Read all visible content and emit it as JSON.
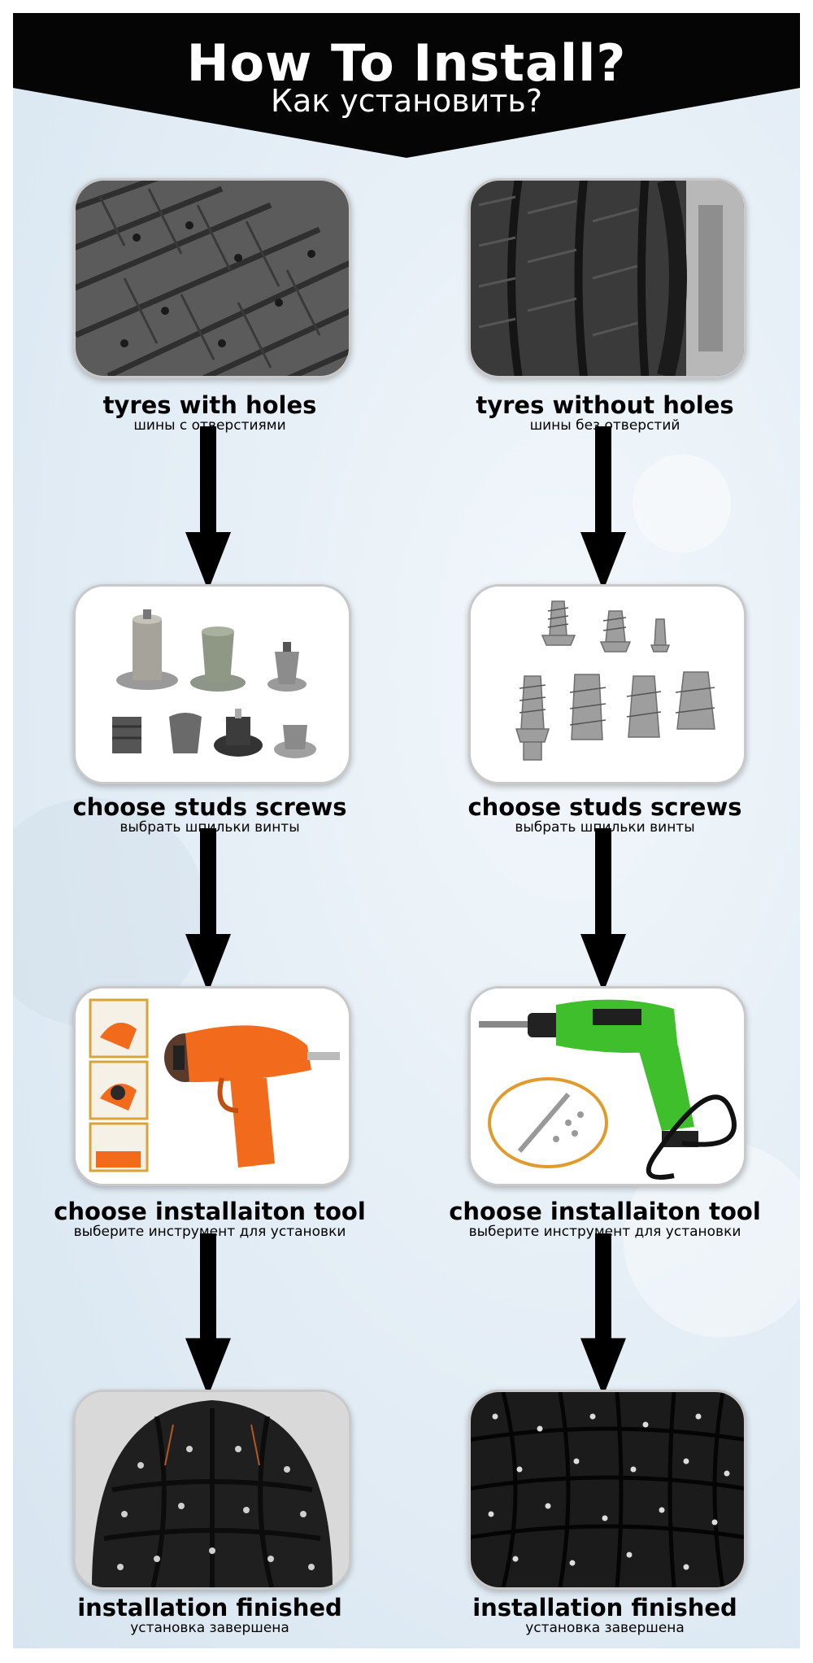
{
  "header": {
    "title": "How To Install?",
    "subtitle": "Как установить?"
  },
  "left_column": [
    {
      "title": "tyres with holes",
      "subtitle": "шины с отверстиями",
      "image": "tyre-with-holes-photo"
    },
    {
      "title": "choose studs screws",
      "subtitle": "выбрать шпильки винты",
      "image": "carbide-studs-photo"
    },
    {
      "title": "choose installaiton tool",
      "subtitle": "выберите инструмент для установки",
      "image": "orange-stud-gun-photo"
    },
    {
      "title": "installation finished",
      "subtitle": "установка завершена",
      "image": "studded-tyre-photo"
    }
  ],
  "right_column": [
    {
      "title": "tyres without holes",
      "subtitle": "шины без отверстий",
      "image": "tyre-without-holes-photo"
    },
    {
      "title": "choose studs screws",
      "subtitle": "выбрать шпильки винты",
      "image": "screw-studs-photo"
    },
    {
      "title": "choose installaiton tool",
      "subtitle": "выберите инструмент для установки",
      "image": "green-drill-photo"
    },
    {
      "title": "installation finished",
      "subtitle": "установка завершена",
      "image": "studded-tyre-photo"
    }
  ],
  "colors": {
    "banner": "#050505",
    "arrow": "#000000",
    "gun": "#f26a1b",
    "drill": "#3fbf2b",
    "tyre": "#2a2a2a"
  }
}
